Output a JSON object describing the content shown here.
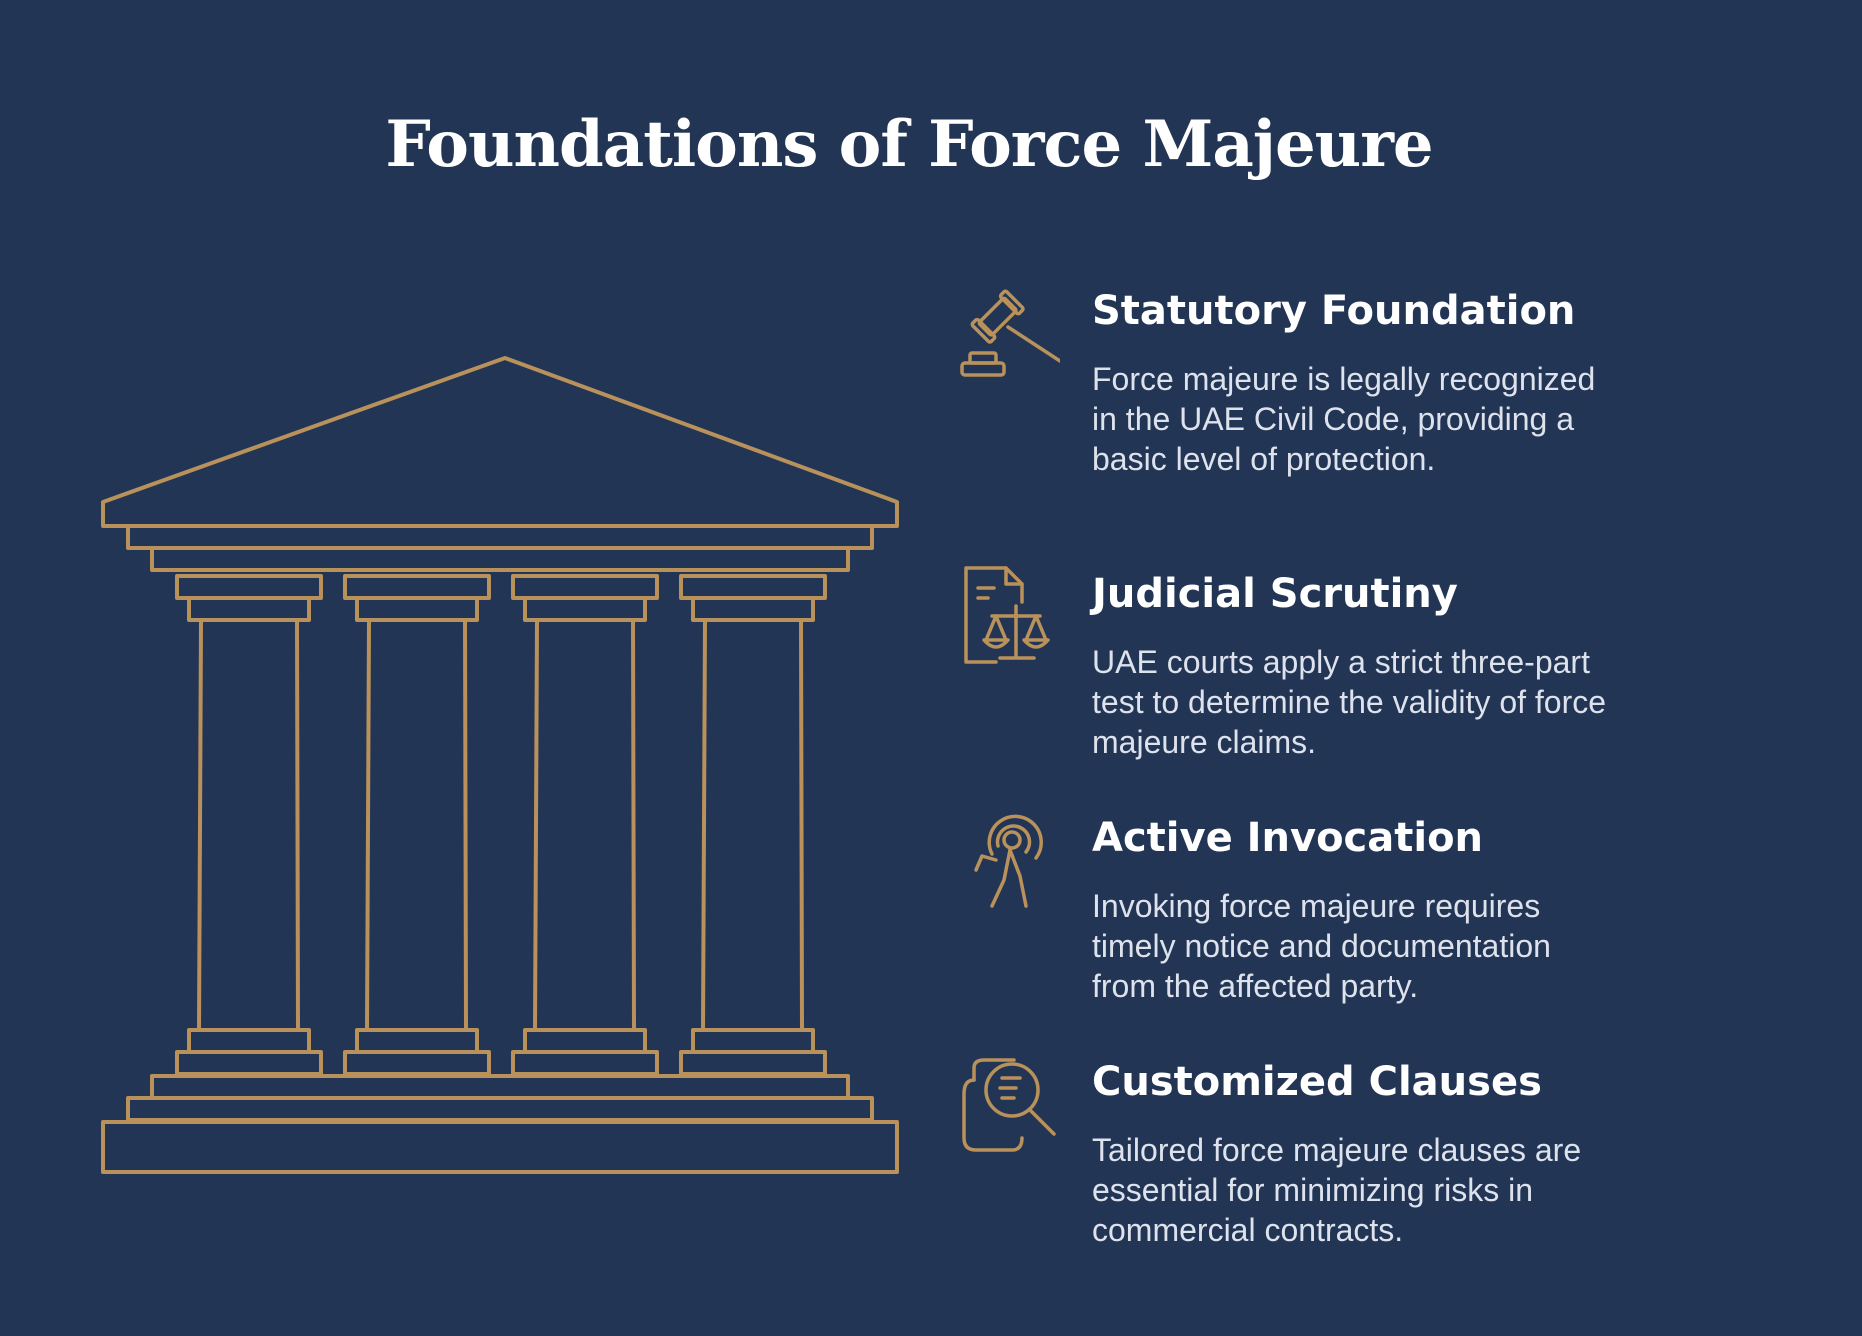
{
  "title": "Foundations of Force Majeure",
  "colors": {
    "background": "#233555",
    "accent": "#b9915a",
    "heading": "#ffffff",
    "body_text": "#dde2ec"
  },
  "illustration": {
    "icon": "greek-temple-icon"
  },
  "items": [
    {
      "icon": "gavel-icon",
      "heading": "Statutory Foundation",
      "text": "Force majeure is legally recognized in the UAE Civil Code, providing a basic level of protection."
    },
    {
      "icon": "document-scales-icon",
      "heading": "Judicial Scrutiny",
      "text": "UAE courts apply a strict three-part test to determine the validity of force majeure claims."
    },
    {
      "icon": "person-signal-icon",
      "heading": "Active Invocation",
      "text": "Invoking force majeure requires timely notice and documentation from the affected party."
    },
    {
      "icon": "document-search-icon",
      "heading": "Customized Clauses",
      "text": "Tailored force majeure clauses are essential for minimizing risks in commercial contracts."
    }
  ]
}
